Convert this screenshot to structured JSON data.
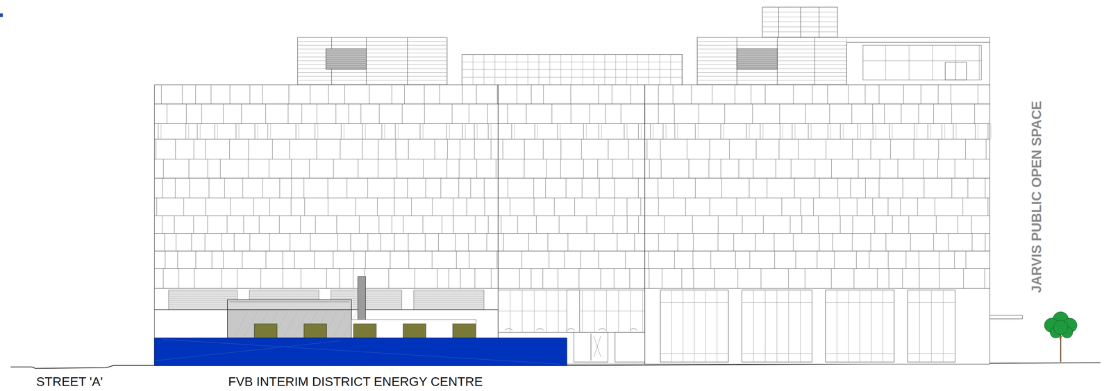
{
  "diagram": {
    "labels": [
      "STREET 'A'",
      "FVB INTERIM DISTRICT ENERGY CENTRE",
      "JARVIS PUBLIC OPEN SPACE"
    ]
  }
}
